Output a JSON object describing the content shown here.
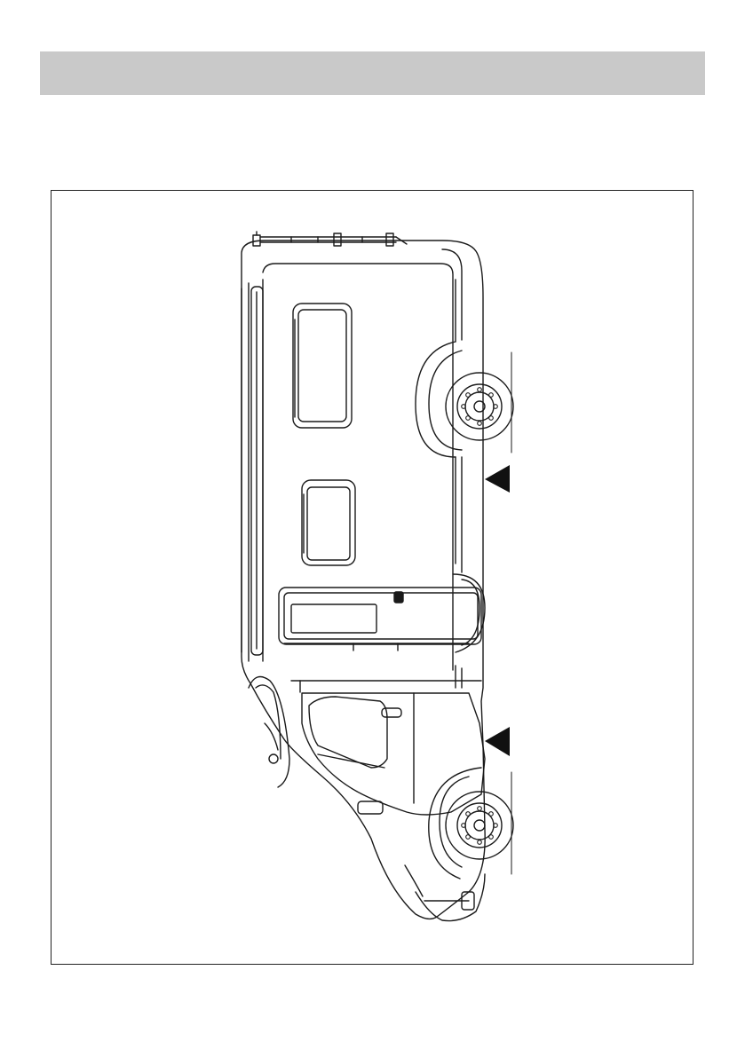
{
  "header": {
    "text": ""
  },
  "figure": {
    "subject": "camper-van-side-view-line-drawing",
    "markers": [
      "triangle-marker",
      "triangle-marker"
    ],
    "colors": {
      "line": "#1a1a1a",
      "marker": "#111111",
      "header_bg": "#c9c9c9"
    }
  }
}
